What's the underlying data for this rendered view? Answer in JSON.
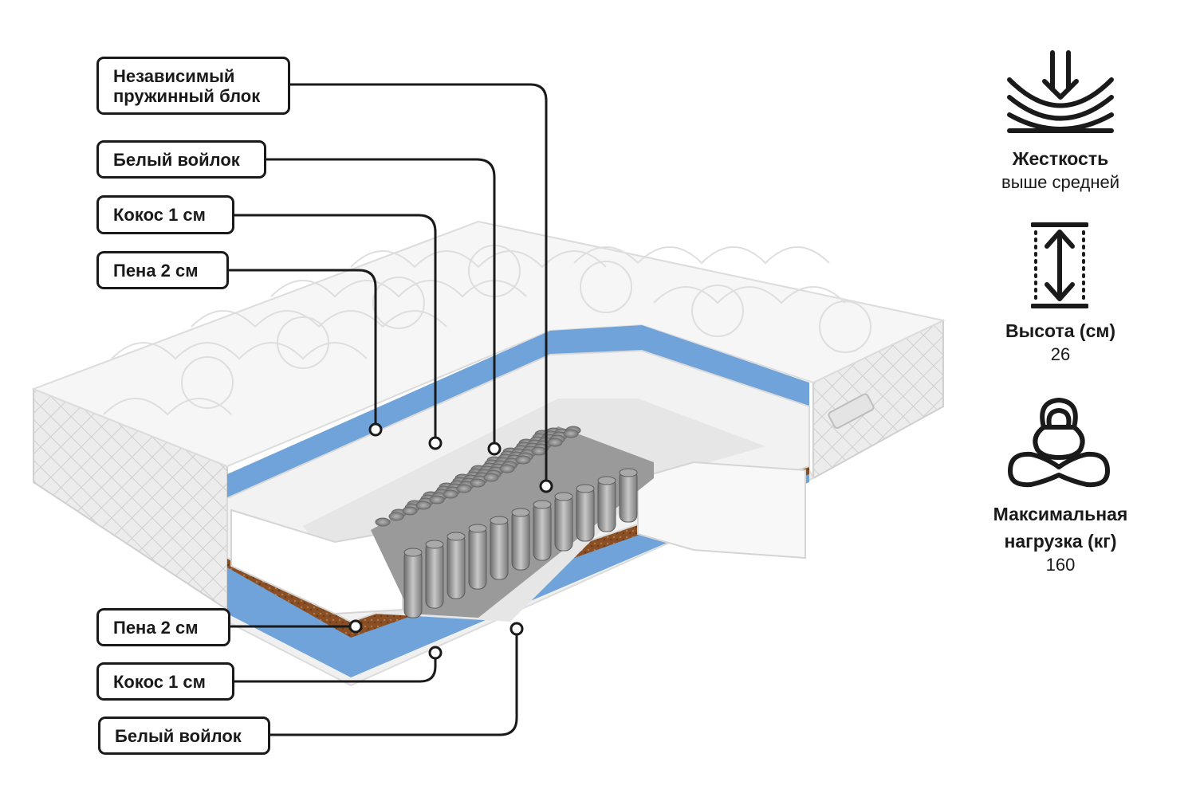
{
  "callouts_top": [
    {
      "id": "springs",
      "line1": "Независимый",
      "line2": "пружинный блок"
    },
    {
      "id": "felt",
      "line1": "Белый войлок"
    },
    {
      "id": "coconut",
      "line1": "Кокос 1 см"
    },
    {
      "id": "foam",
      "line1": "Пена 2 см"
    }
  ],
  "callouts_bottom": [
    {
      "id": "foam",
      "line1": "Пена 2 см"
    },
    {
      "id": "coconut",
      "line1": "Кокос 1 см"
    },
    {
      "id": "felt",
      "line1": "Белый войлок"
    }
  ],
  "specs": [
    {
      "title": "Жесткость",
      "value": "выше средней",
      "icon": "firmness-icon"
    },
    {
      "title": "Высота (см)",
      "value": "26",
      "icon": "height-icon"
    },
    {
      "title_line1": "Максимальная",
      "title_line2": "нагрузка (кг)",
      "value": "160",
      "icon": "weight-icon"
    }
  ],
  "colors": {
    "foam": "#6fa3d9",
    "coconut": "#8a4f25",
    "felt": "#f3f3f3",
    "springs": "#8e8e8e",
    "outline": "#1a1a1a"
  }
}
